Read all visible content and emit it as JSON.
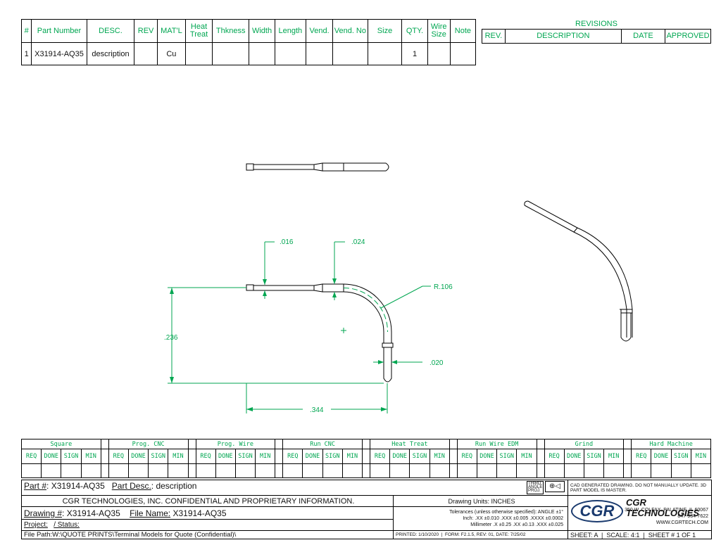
{
  "parts_table": {
    "headers": [
      [
        "#"
      ],
      [
        "Part Number"
      ],
      [
        "DESC."
      ],
      [
        "REV"
      ],
      [
        "MAT'L"
      ],
      [
        "Heat",
        "Treat"
      ],
      [
        "Thkness"
      ],
      [
        "Width"
      ],
      [
        "Length"
      ],
      [
        "Vend."
      ],
      [
        "Vend. No"
      ],
      [
        "Size"
      ],
      [
        "QTY."
      ],
      [
        "Wire",
        "Size"
      ],
      [
        "Note"
      ]
    ],
    "row": [
      "1",
      "X31914-AQ35",
      "description",
      "",
      "Cu",
      "",
      "",
      "",
      "",
      "",
      "",
      "",
      "1",
      "",
      ""
    ]
  },
  "revisions": {
    "title": "REVISIONS",
    "headers": [
      "REV.",
      "DESCRIPTION",
      "DATE",
      "APPROVED"
    ]
  },
  "dims": {
    "d016": ".016",
    "d024": ".024",
    "r106": "R.106",
    "d236": ".236",
    "d020": ".020",
    "d344": ".344"
  },
  "process": {
    "groups": [
      "Square",
      "Prog. CNC",
      "Prog. Wire",
      "Run CNC",
      "Heat Treat",
      "Run Wire EDM",
      "Grind",
      "Hard Machine"
    ],
    "cols": [
      "REQ",
      "DONE",
      "SIGN",
      "MIN"
    ]
  },
  "title_block": {
    "part_label": "Part #",
    "part_no": "X31914-AQ35",
    "desc_label": "Part Desc.",
    "desc_value": "description",
    "cad_note": "CAD GENERATED DRAWING. DO NOT MANUALLY UPDATE. 3D PART MODEL IS MASTER.",
    "confidential": "CGR TECHNOLOGIES, INC. CONFIDENTIAL AND PROPRIETARY INFORMATION.",
    "units": "Drawing Units: INCHES",
    "drawing_label": "Drawing #",
    "drawing_no": "X31914-AQ35",
    "file_label": "File Name:",
    "file_name": "X31914-AQ35",
    "project_label": "Project:",
    "status_label": "/ Status:",
    "tol1": "Tolerances (unless otherwise specified):  ANGLE  ±1°",
    "tol2": "Inch: .XX ±0.010  .XXX ±0.005  .XXXX ±0.0002",
    "tol3": "Millimeter  .X  ±0.25  .XX  ±0.13  .XXX  ±0.025",
    "company": "CGR TECHNOLOGIES",
    "logo": "CGR",
    "address": "350 W. COLFAX, PALATINE, IL  60067",
    "phone": "847-934-7622",
    "web": "WWW.CGRTECH.COM",
    "file_path": "File Path:W:\\QUOTE PRINTS\\Terminal Models for Quote (Confidential)\\",
    "printed": "PRINTED: 1/10/2020",
    "form": "FORM: F2.1.5, REV: 01, DATE: 7/25/02",
    "sheet": "SHEET: A",
    "scale": "SCALE:  4:1",
    "sheet_no": "SHEET # 1 OF 1",
    "mini_labels": [
      "THIRD",
      "ANGLE",
      "PROJ."
    ]
  }
}
